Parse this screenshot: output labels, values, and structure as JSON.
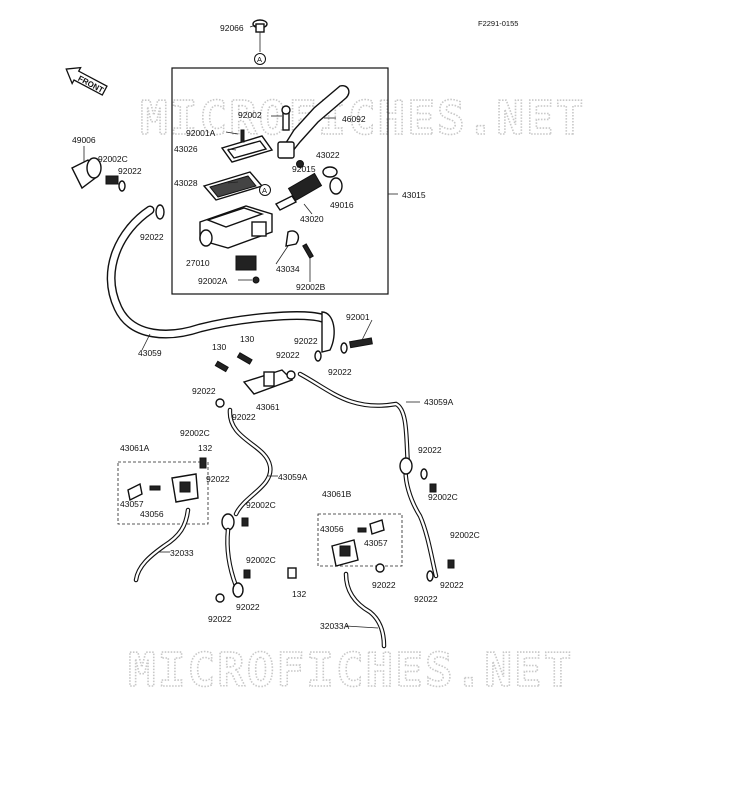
{
  "figure_code": "F2291-0155",
  "front_label": "FRONT",
  "callout_symbol": "A",
  "watermark": "MICROFICHES.NET",
  "labels": {
    "p92066": "92066",
    "p92002_top": "92002",
    "p46092": "46092",
    "p92001A": "92001A",
    "p43026": "43026",
    "p43022": "43022",
    "p92015": "92015",
    "p43028": "43028",
    "p49016": "49016",
    "p43015": "43015",
    "p43020": "43020",
    "p49006": "49006",
    "p92002C_a": "92002C",
    "p92022_a": "92022",
    "p92022_b": "92022",
    "p27010": "27010",
    "p43034": "43034",
    "p92002A": "92002A",
    "p92002B": "92002B",
    "p43059": "43059",
    "p92001": "92001",
    "p130_a": "130",
    "p130_b": "130",
    "p92022_c": "92022",
    "p92022_d": "92022",
    "p92022_e": "92022",
    "p43061": "43061",
    "p92022_f": "92022",
    "p43059A_a": "43059A",
    "p92002C_b": "92002C",
    "p43061A": "43061A",
    "p132_a": "132",
    "p92022_g": "92022",
    "p43059A_b": "43059A",
    "p43057_a": "43057",
    "p43056_a": "43056",
    "p92002C_c": "92002C",
    "p43061B": "43061B",
    "p92022_h": "92022",
    "p92002C_d": "92002C",
    "p43056_b": "43056",
    "p43057_b": "43057",
    "p32033": "32033",
    "p92002C_e": "92002C",
    "p92002C_f": "92002C",
    "p92022_i": "92022",
    "p92022_j": "92022",
    "p132_b": "132",
    "p92022_k": "92022",
    "p92022_l": "92022",
    "p92022_m": "92022",
    "p32033A": "32033A"
  }
}
